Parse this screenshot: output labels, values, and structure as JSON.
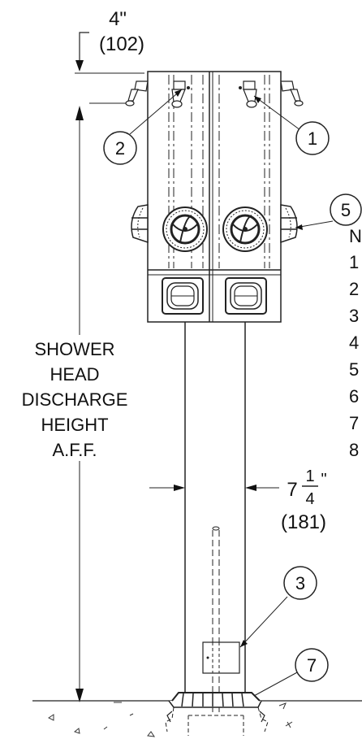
{
  "dimensions": {
    "top_imperial": "4\"",
    "top_metric": "(102)",
    "width_whole": "7",
    "width_num": "1",
    "width_den": "4",
    "width_inch": "\"",
    "width_metric": "(181)"
  },
  "height_label": {
    "line1": "SHOWER",
    "line2": "HEAD",
    "line3": "DISCHARGE",
    "line4": "HEIGHT",
    "line5": "A.F.F."
  },
  "callouts": [
    "2",
    "1",
    "5",
    "3",
    "7"
  ],
  "notes_column": {
    "header": "N",
    "items": [
      "1",
      "2",
      "3",
      "4",
      "5",
      "6",
      "7",
      "8"
    ]
  }
}
